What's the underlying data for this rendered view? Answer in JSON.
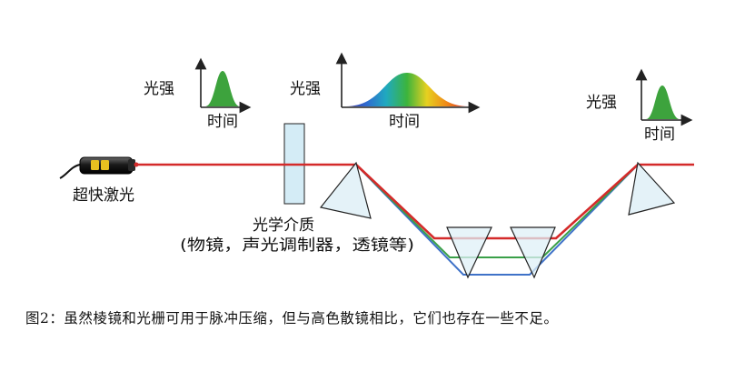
{
  "labels": {
    "intensity": "光强",
    "time": "时间",
    "laser": "超快激光",
    "medium_line1": "光学介质",
    "medium_line2": "(物镜，声光调制器，透镜等)"
  },
  "caption": "图2：虽然棱镜和光栅可用于脉冲压缩，但与高色散镜相比，它们也存在一些不足。",
  "colors": {
    "beam_red": "#d42a2a",
    "beam_green": "#3aa048",
    "beam_blue": "#3f72c8",
    "pulse_green": "#3da33d",
    "prism_fill": "#dff0f7",
    "medium_fill": "#d4ecf6",
    "outline": "#222222"
  },
  "icons": [
    "laser-device-icon",
    "pulse-chart-icon",
    "prism-icon",
    "chirped-spectrum-icon"
  ]
}
